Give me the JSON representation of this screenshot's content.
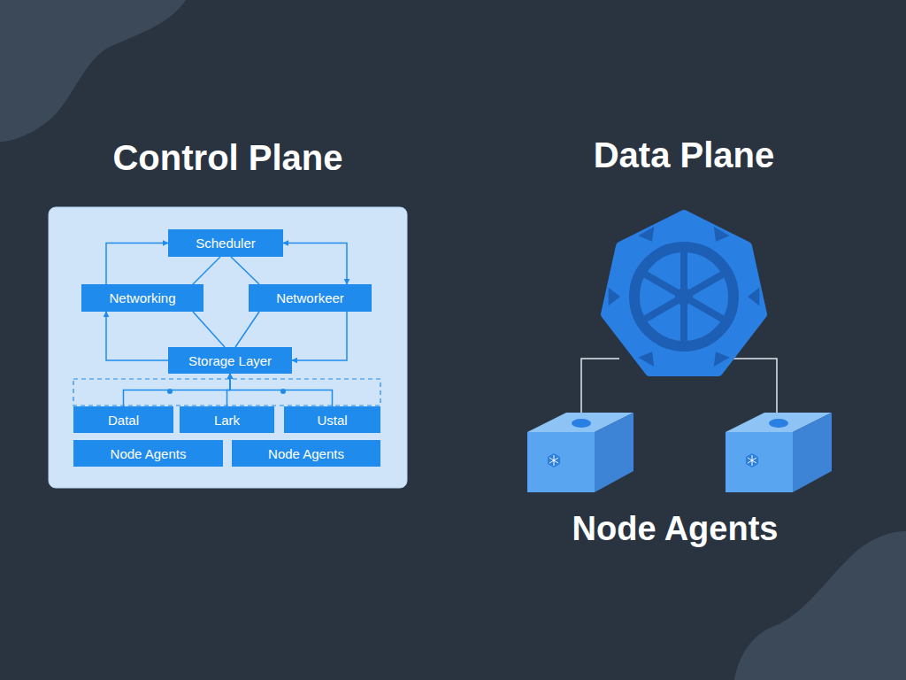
{
  "diagram": {
    "nodes": [
      {
        "text": [
          "Control Plane"
        ]
      },
      {
        "text": [
          "Scheduler"
        ],
        "in": 0
      },
      {
        "text": [
          "Networking"
        ],
        "in": 0
      },
      {
        "text": [
          "Networkeer"
        ],
        "in": 0
      },
      {
        "text": [
          "Storage Layer"
        ],
        "in": 0
      },
      {
        "text": [
          "Datal"
        ],
        "in": 0
      },
      {
        "text": [
          "Lark"
        ],
        "in": 0
      },
      {
        "text": [
          "Ustal"
        ],
        "in": 0
      },
      {
        "text": [
          "Node Agents"
        ],
        "in": 0
      },
      {
        "text": [
          "Node Agents"
        ],
        "in": 0
      }
    ],
    "edges": [
      {
        "from": 2,
        "to": 1,
        "arrow": "to"
      },
      {
        "from": 1,
        "to": 3,
        "arrow": "both"
      },
      {
        "from": 1,
        "to": 2,
        "arrow": "none"
      },
      {
        "from": 1,
        "to": 3,
        "arrow": "none"
      },
      {
        "from": 2,
        "to": 4,
        "arrow": "none"
      },
      {
        "from": 3,
        "to": 4,
        "arrow": "none"
      },
      {
        "from": 4,
        "to": 2,
        "arrow": "to"
      },
      {
        "from": 3,
        "to": 4,
        "arrow": "to"
      },
      {
        "from": 5,
        "to": 4,
        "arrow": "to"
      },
      {
        "from": 6,
        "to": 4,
        "arrow": "to"
      },
      {
        "from": 7,
        "to": 4,
        "arrow": "to"
      }
    ],
    "labels": [
      "Data Plane",
      "Node Agents"
    ]
  }
}
